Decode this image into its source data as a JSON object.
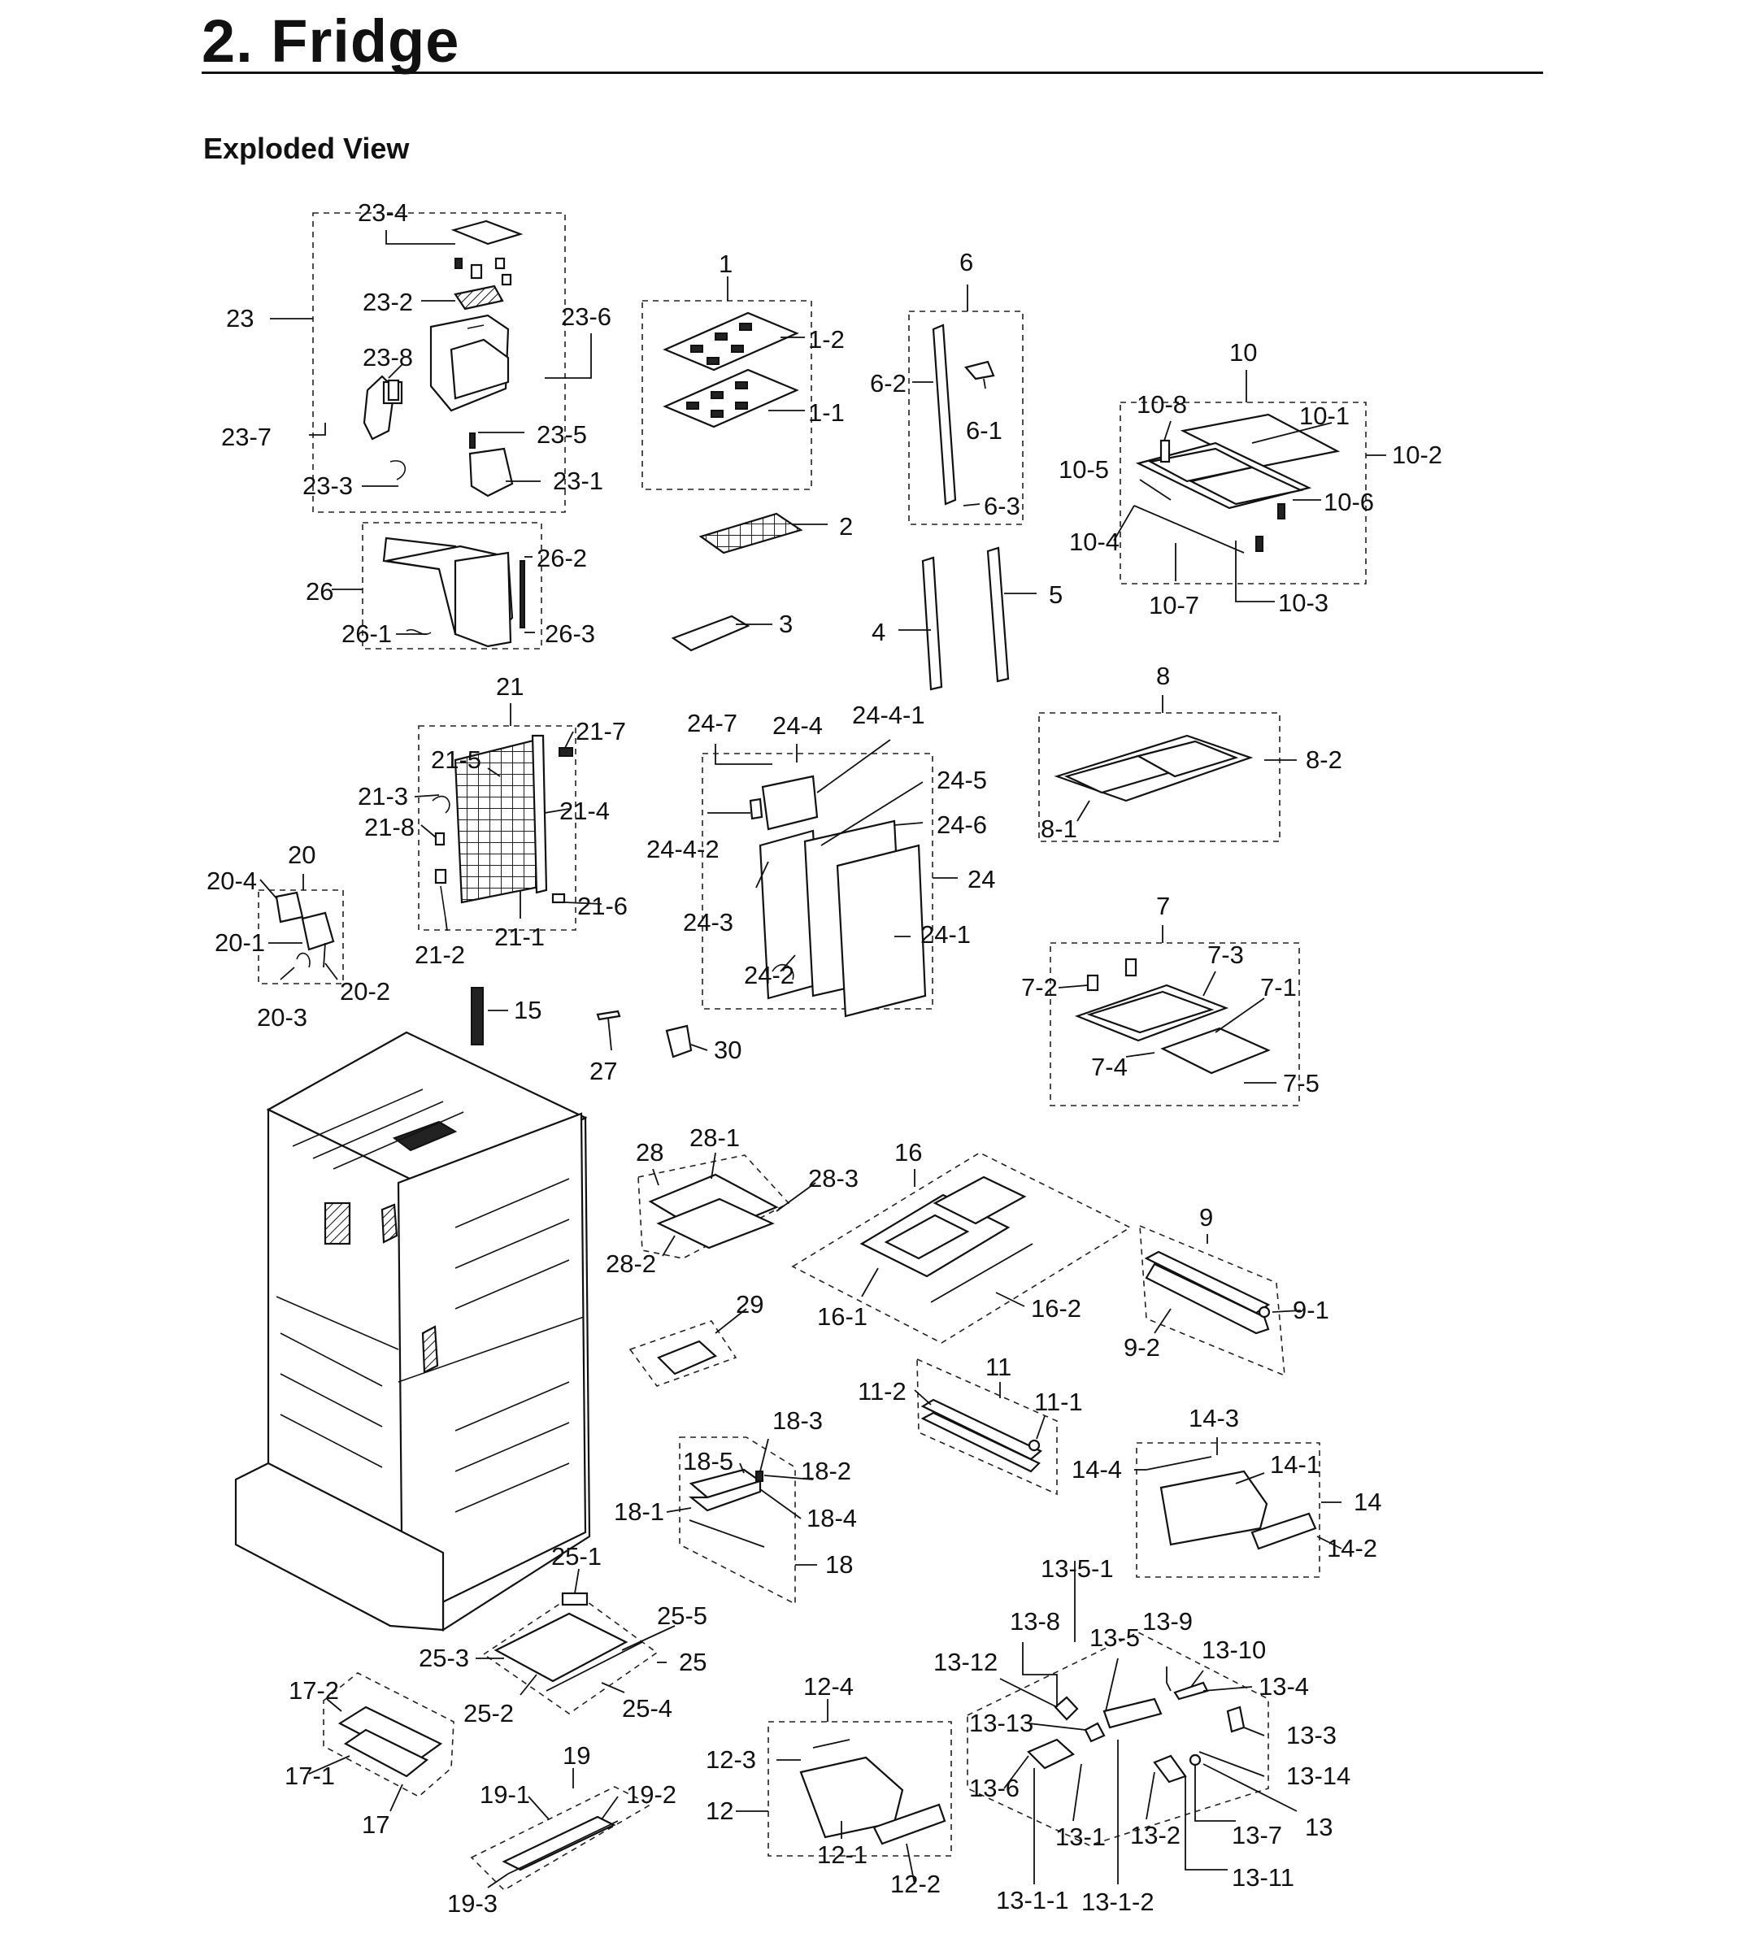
{
  "header": {
    "section_title": "2.  Fridge",
    "subtitle": "Exploded View"
  },
  "part_labels": [
    "23-4",
    "23-2",
    "23",
    "23-6",
    "23-8",
    "23-7",
    "23-5",
    "23-3",
    "23-1",
    "26",
    "26-2",
    "26-1",
    "26-3",
    "1",
    "1-2",
    "1-1",
    "2",
    "3",
    "6",
    "6-2",
    "6-1",
    "6-3",
    "4",
    "5",
    "10",
    "10-8",
    "10-1",
    "10-2",
    "10-5",
    "10-6",
    "10-4",
    "10-7",
    "10-3",
    "21",
    "21-7",
    "21-5",
    "21-3",
    "21-4",
    "21-8",
    "21-6",
    "21-2",
    "21-1",
    "20",
    "20-4",
    "20-1",
    "20-2",
    "20-3",
    "24-7",
    "24-4",
    "24-4-1",
    "24-5",
    "24-6",
    "24-4-2",
    "24",
    "24-3",
    "24-1",
    "24-2",
    "8",
    "8-2",
    "8-1",
    "7",
    "7-3",
    "7-2",
    "7-1",
    "7-4",
    "7-5",
    "15",
    "27",
    "30",
    "28",
    "28-1",
    "28-3",
    "28-2",
    "16",
    "16-1",
    "16-2",
    "29",
    "9",
    "9-1",
    "9-2",
    "11",
    "11-2",
    "11-1",
    "14-3",
    "14-1",
    "14-4",
    "14",
    "14-2",
    "18-3",
    "18-5",
    "18-2",
    "18-1",
    "18-4",
    "18",
    "25-1",
    "25-5",
    "25-3",
    "25",
    "25-2",
    "25-4",
    "17-2",
    "17-1",
    "17",
    "19",
    "19-1",
    "19-2",
    "19-3",
    "12-4",
    "12-3",
    "12",
    "12-1",
    "12-2",
    "13-5-1",
    "13-8",
    "13-9",
    "13-5",
    "13-10",
    "13-12",
    "13-4",
    "13-13",
    "13-3",
    "13-14",
    "13-6",
    "13",
    "13-1",
    "13-2",
    "13-7",
    "13-1-1",
    "13-1-2",
    "13-11"
  ]
}
